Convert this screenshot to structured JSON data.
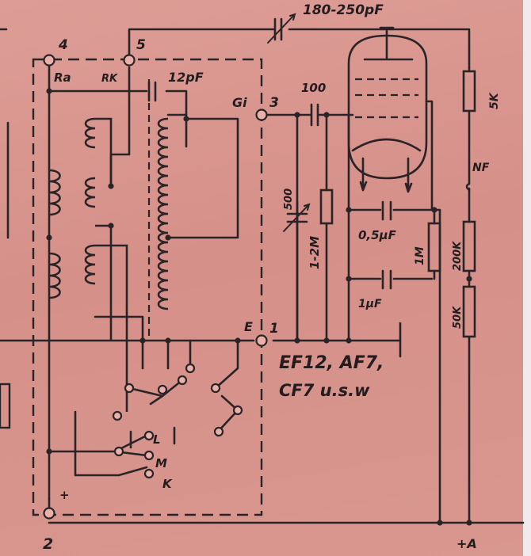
{
  "labels": {
    "pin4": "4",
    "pin5": "5",
    "pin3": "3",
    "pin1": "1",
    "pin2": "2",
    "ra": "Ra",
    "rk": "RK",
    "gi": "Gi",
    "e": "E",
    "plus_left": "+",
    "plus_a": "+A",
    "c_12pf": "12pF",
    "c_100": "100",
    "c_trim": "180-250pF",
    "c_500": "500",
    "r_1_2m": "1-2M",
    "c_05uf": "0,5µF",
    "c_1uf": "1µF",
    "r_1m": "1M",
    "r_5k": "5K",
    "r_200k": "200K",
    "r_50k": "50K",
    "nf": "NF",
    "sw_l": "L",
    "sw_m": "M",
    "sw_k": "K",
    "tubes_line1": "EF12, AF7,",
    "tubes_line2": "CF7 u.s.w"
  }
}
